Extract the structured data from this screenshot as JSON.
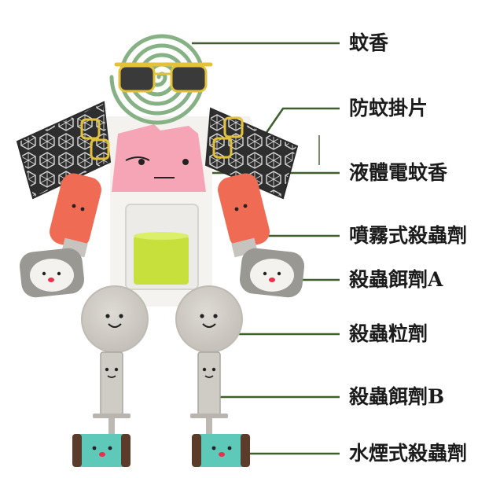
{
  "labels": [
    {
      "id": "mosquito-coil",
      "text": "蚊香"
    },
    {
      "id": "anti-mosquito-tablet",
      "text": "防蚊掛片"
    },
    {
      "id": "liquid-mosquito-repellent",
      "text": "液體電蚊香"
    },
    {
      "id": "spray-insecticide",
      "text": "噴霧式殺蟲劑"
    },
    {
      "id": "insecticide-bait-a",
      "text": "殺蟲餌劑A"
    },
    {
      "id": "insecticide-granules",
      "text": "殺蟲粒劑"
    },
    {
      "id": "insecticide-bait-b",
      "text": "殺蟲餌劑B"
    },
    {
      "id": "water-smoke-insecticide",
      "text": "水煙式殺蟲劑"
    }
  ],
  "colors": {
    "leader_line": "#3f5f2e",
    "coil": "#86b184",
    "pink_head": "#f6a5b6",
    "coral_arm": "#f06b54",
    "lime_liquid": "#c8e03c",
    "teal_feet": "#5ec9b9",
    "plate_grey": "#d5d2cd"
  }
}
